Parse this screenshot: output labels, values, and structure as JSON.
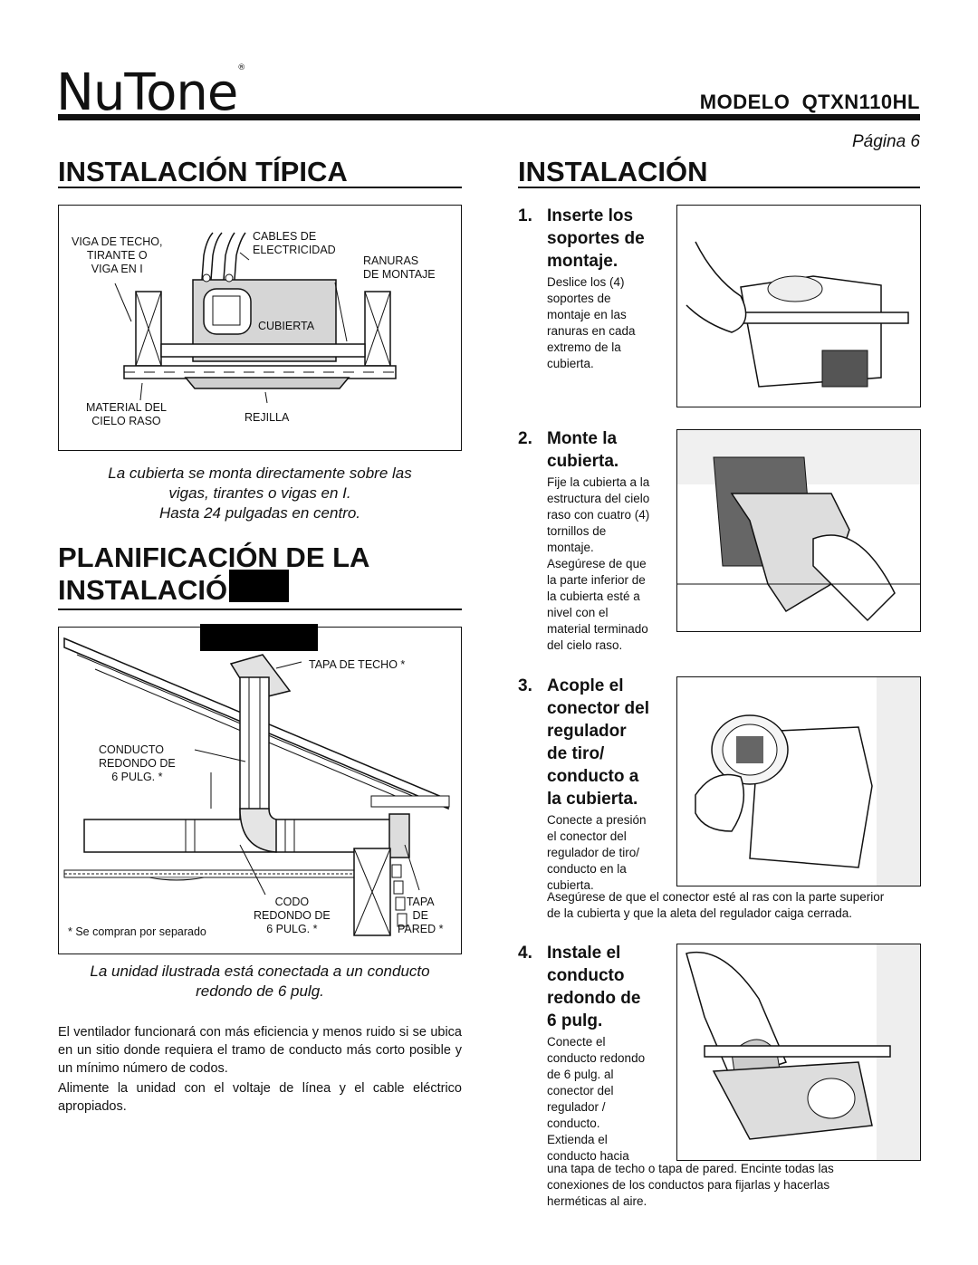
{
  "header": {
    "logo": "NuTone",
    "logo_mark": "®",
    "model_label": "MODELO",
    "model": "QTXN110HL",
    "page": "Página 6"
  },
  "left": {
    "typical_title": "INSTALACIÓN TÍPICA",
    "typical_labels": {
      "joist": [
        "VIGA DE TECHO,",
        "TIRANTE O",
        "VIGA EN I"
      ],
      "cables": [
        "CABLES DE",
        "ELECTRICIDAD"
      ],
      "slots": [
        "RANURAS",
        "DE MONTAJE"
      ],
      "housing": "CUBIERTA",
      "ceiling": [
        "MATERIAL DEL",
        "CIELO RASO"
      ],
      "grille": "REJILLA"
    },
    "typical_caption": [
      "La cubierta se monta directamente sobre las",
      "vigas, tirantes o vigas en I.",
      "Hasta 24 pulgadas en centro."
    ],
    "planning_title_1": "PLANIFICACIÓN DE LA",
    "planning_title_2": "INSTALACIÓ",
    "planning_labels": {
      "roof_cap": "TAPA DE TECHO *",
      "duct": [
        "CONDUCTO",
        "REDONDO DE",
        "6 PULG. *"
      ],
      "elbow": [
        "CODO",
        "REDONDO DE",
        "6 PULG. *"
      ],
      "wall_cap": [
        "TAPA",
        "DE",
        "PARED *"
      ],
      "footnote": "* Se compran por separado"
    },
    "planning_caption": [
      "La unidad ilustrada está conectada a un conducto",
      "redondo de 6 pulg."
    ],
    "para1": "El ventilador funcionará con más eficiencia y menos ruido si se ubica en un sitio donde requiera el tramo de conducto más corto posible y un mínimo número de codos.",
    "para2": "Alimente la unidad con el voltaje de línea y el cable eléctrico apropiados."
  },
  "right": {
    "title": "INSTALACIÓN",
    "steps": [
      {
        "num": "1.",
        "title": [
          "Inserte los",
          "soportes de",
          "montaje."
        ],
        "body": [
          "Deslice los (4)",
          "soportes de",
          "montaje en las",
          "ranuras en cada",
          "extremo de la",
          "cubierta."
        ],
        "extra": []
      },
      {
        "num": "2.",
        "title": [
          "Monte la",
          "cubierta."
        ],
        "body": [
          "Fije la cubierta a la",
          "estructura del cielo",
          "raso con cuatro (4)",
          "tornillos de",
          "montaje.",
          "Asegúrese de que",
          "la parte inferior de",
          "la cubierta esté a",
          "nivel con el",
          "material terminado",
          "del cielo raso."
        ],
        "extra": []
      },
      {
        "num": "3.",
        "title": [
          "Acople el",
          "conector del",
          "regulador",
          "de tiro/",
          "conducto a",
          "la cubierta."
        ],
        "body": [
          "Conecte a presión",
          "el conector del",
          "regulador de tiro/",
          "conducto en la",
          "cubierta."
        ],
        "extra": [
          "Asegúrese de que el conector esté al ras con la parte superior",
          "de la cubierta y que la aleta del regulador caiga cerrada."
        ]
      },
      {
        "num": "4.",
        "title": [
          "Instale el",
          "conducto",
          "redondo de",
          "6 pulg."
        ],
        "body": [
          "Conecte el",
          "conducto redondo",
          "de 6 pulg. al",
          "conector del",
          "regulador /",
          "conducto.",
          "Extienda el",
          "conducto hacia"
        ],
        "extra": [
          "una tapa de techo o tapa de pared. Encinte todas las",
          "conexiones de los conductos para fijarlas y hacerlas",
          "herméticas al aire."
        ]
      }
    ]
  }
}
